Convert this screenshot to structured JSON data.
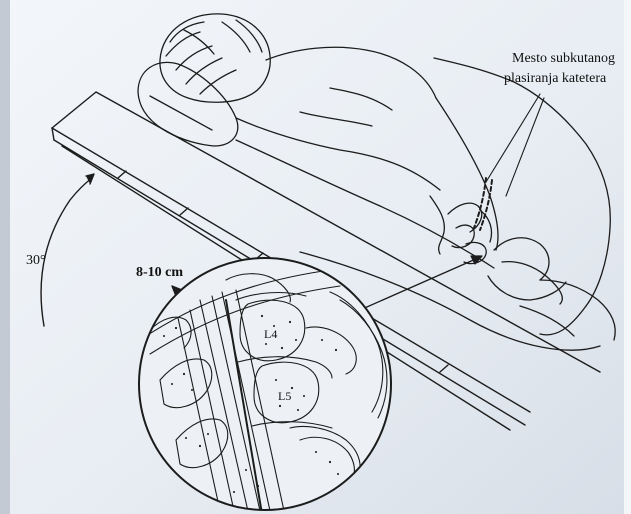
{
  "labels": {
    "catheter_site_line1": "Mesto subkutanog",
    "catheter_site_line2": "plasiranja katetera",
    "tilt_angle": "30°",
    "distance": "8-10 cm",
    "vertebra_upper": "L4",
    "vertebra_lower": "L5"
  },
  "colors": {
    "paper": "#ecf0f5",
    "paper_shadow": "#b9c0c8",
    "ink": "#1c1c1c",
    "border_right": "#e9edf2"
  }
}
